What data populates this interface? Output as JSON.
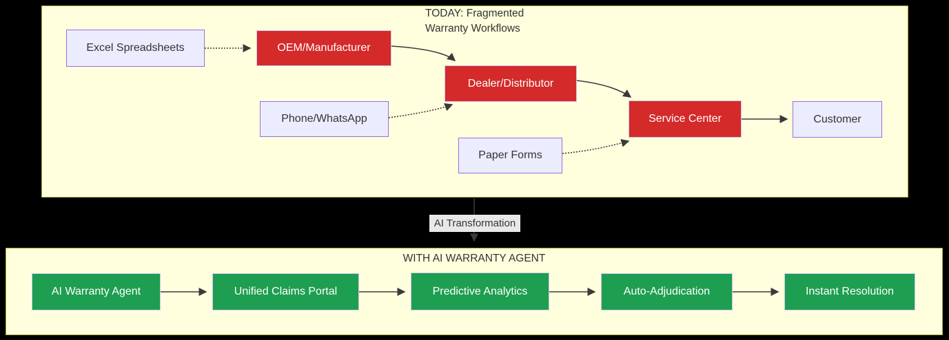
{
  "diagram": {
    "top_section": {
      "title_line1": "TODAY: Fragmented",
      "title_line2": "Warranty Workflows",
      "nodes": {
        "excel": {
          "label": "Excel Spreadsheets"
        },
        "oem": {
          "label": "OEM/Manufacturer"
        },
        "dealer": {
          "label": "Dealer/Distributor"
        },
        "phone": {
          "label": "Phone/WhatsApp"
        },
        "paper": {
          "label": "Paper Forms"
        },
        "service": {
          "label": "Service Center"
        },
        "customer": {
          "label": "Customer"
        }
      },
      "edges": [
        {
          "from": "Excel Spreadsheets",
          "to": "OEM/Manufacturer",
          "style": "dotted"
        },
        {
          "from": "OEM/Manufacturer",
          "to": "Dealer/Distributor",
          "style": "solid"
        },
        {
          "from": "Phone/WhatsApp",
          "to": "Dealer/Distributor",
          "style": "dotted"
        },
        {
          "from": "Dealer/Distributor",
          "to": "Service Center",
          "style": "solid"
        },
        {
          "from": "Paper Forms",
          "to": "Service Center",
          "style": "dotted"
        },
        {
          "from": "Service Center",
          "to": "Customer",
          "style": "solid"
        }
      ]
    },
    "transformation_label": "AI Transformation",
    "bottom_section": {
      "title": "WITH AI WARRANTY AGENT",
      "nodes": {
        "agent": {
          "label": "AI Warranty Agent"
        },
        "portal": {
          "label": "Unified Claims Portal"
        },
        "predictive": {
          "label": "Predictive Analytics"
        },
        "adjudication": {
          "label": "Auto-Adjudication"
        },
        "instant": {
          "label": "Instant Resolution"
        }
      },
      "edges": [
        {
          "from": "AI Warranty Agent",
          "to": "Unified Claims Portal",
          "style": "solid"
        },
        {
          "from": "Unified Claims Portal",
          "to": "Predictive Analytics",
          "style": "solid"
        },
        {
          "from": "Predictive Analytics",
          "to": "Auto-Adjudication",
          "style": "solid"
        },
        {
          "from": "Auto-Adjudication",
          "to": "Instant Resolution",
          "style": "solid"
        }
      ]
    },
    "colors": {
      "page_background": "#000000",
      "cluster_fill": "#ffffde",
      "cluster_border": "#aaaa33",
      "node_fill": "#ececff",
      "node_border": "#9370db",
      "legacy_fill": "#d42a2a",
      "ai_fill": "#1e9e50",
      "styled_border": "#cfc5ee",
      "edge_color": "#3a3a3a",
      "edge_label_bg": "#e8e8e8",
      "text_dark": "#333333",
      "text_light": "#ffffff"
    }
  }
}
